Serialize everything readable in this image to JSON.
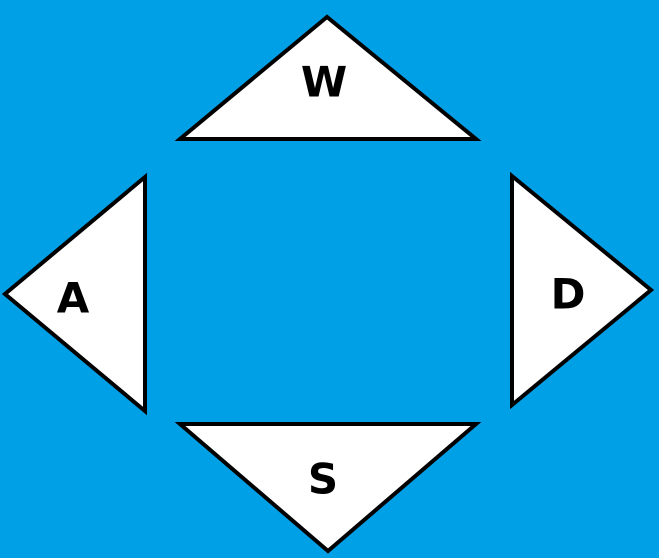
{
  "colors": {
    "background": "#00a0e6",
    "key_fill": "#ffffff",
    "key_outline": "#000000",
    "label": "#000000"
  },
  "keys": {
    "up": {
      "label": "W",
      "icon": "triangle-up-icon"
    },
    "left": {
      "label": "A",
      "icon": "triangle-left-icon"
    },
    "right": {
      "label": "D",
      "icon": "triangle-right-icon"
    },
    "down": {
      "label": "S",
      "icon": "triangle-down-icon"
    }
  }
}
